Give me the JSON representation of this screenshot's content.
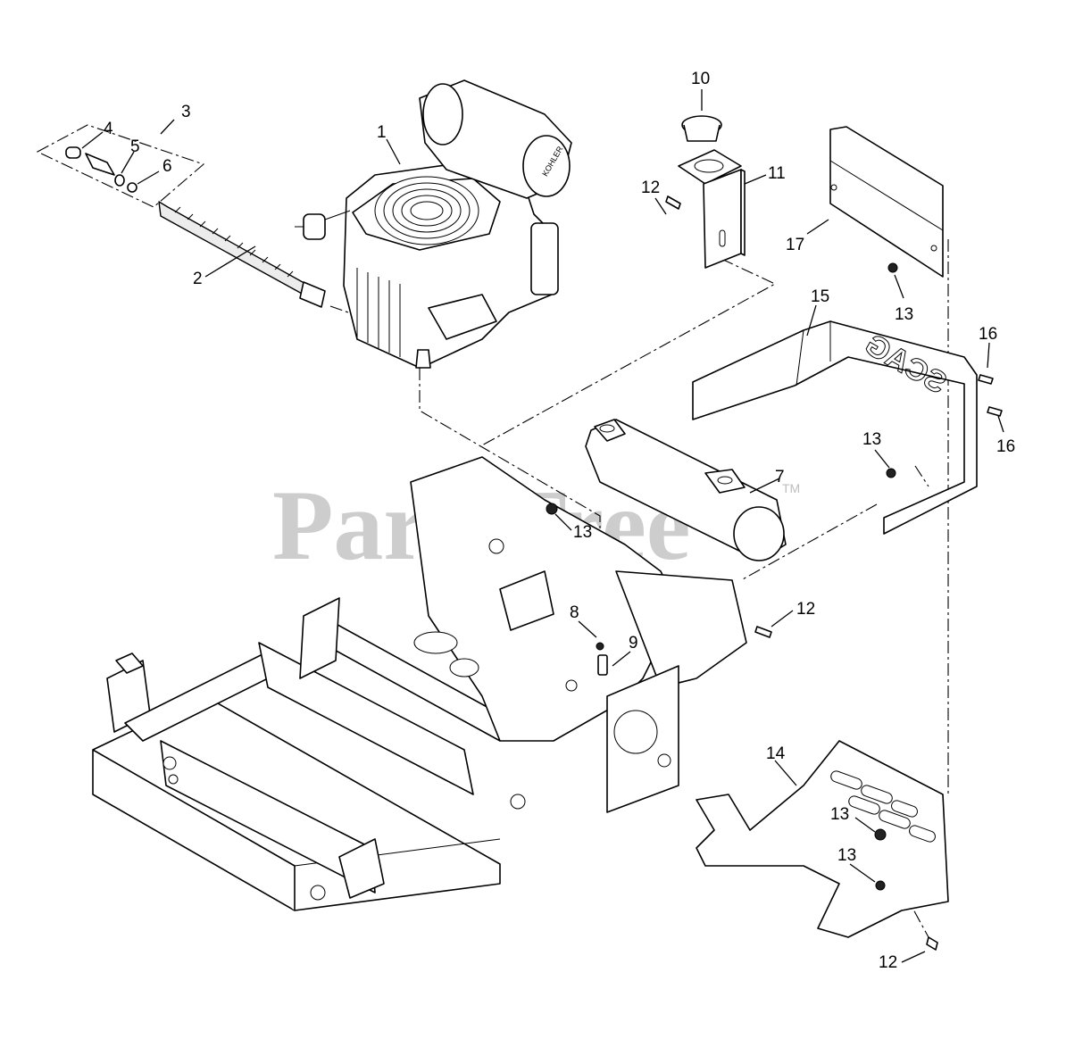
{
  "watermark": {
    "text": "PartsTree",
    "trademark": "TM"
  },
  "callouts": [
    {
      "id": "c1",
      "label": "1"
    },
    {
      "id": "c2",
      "label": "2"
    },
    {
      "id": "c3",
      "label": "3"
    },
    {
      "id": "c4",
      "label": "4"
    },
    {
      "id": "c5",
      "label": "5"
    },
    {
      "id": "c6",
      "label": "6"
    },
    {
      "id": "c7",
      "label": "7"
    },
    {
      "id": "c8",
      "label": "8"
    },
    {
      "id": "c9",
      "label": "9"
    },
    {
      "id": "c10",
      "label": "10"
    },
    {
      "id": "c11",
      "label": "11"
    },
    {
      "id": "c12a",
      "label": "12"
    },
    {
      "id": "c12b",
      "label": "12"
    },
    {
      "id": "c12c",
      "label": "12"
    },
    {
      "id": "c13a",
      "label": "13"
    },
    {
      "id": "c13b",
      "label": "13"
    },
    {
      "id": "c13c",
      "label": "13"
    },
    {
      "id": "c13d",
      "label": "13"
    },
    {
      "id": "c13e",
      "label": "13"
    },
    {
      "id": "c14",
      "label": "14"
    },
    {
      "id": "c15",
      "label": "15"
    },
    {
      "id": "c16a",
      "label": "16"
    },
    {
      "id": "c16b",
      "label": "16"
    },
    {
      "id": "c17",
      "label": "17"
    }
  ],
  "engine_brand": "KOHLER",
  "guard_brand": "SCAG"
}
